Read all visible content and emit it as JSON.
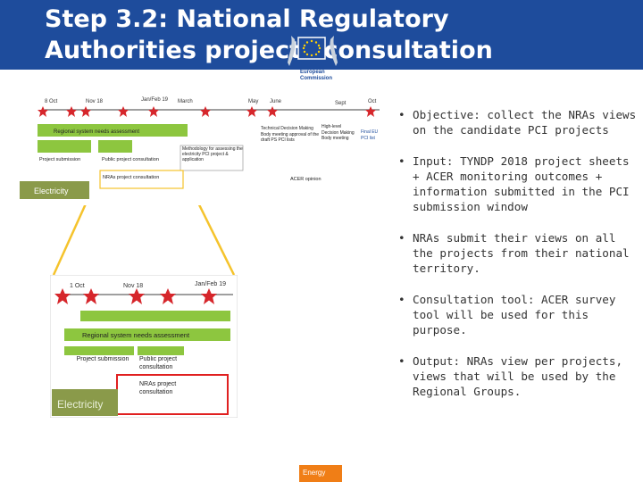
{
  "slide": {
    "title_line1": "Step 3.2: National Regulatory",
    "title_line2": "Authorities projects consultation",
    "logo_text_line1": "European",
    "logo_text_line2": "Commission",
    "footer_tag": "Energy"
  },
  "timeline": {
    "milestones": [
      "8 Oct",
      "Nov 18",
      "Jan/Feb 19",
      "March",
      "May",
      "June",
      "Sept",
      "Oct"
    ],
    "process_bar": "Regional system needs assessment",
    "project_submission": "Project submission",
    "public_consultation": "Public project consultation",
    "nras_consultation": "NRAs project consultation",
    "methodology": "Methodology for assessing the electricity PCI project & application",
    "technical_decision": "Technical Decision Making Body meeting approval of the draft PS PCI lists",
    "high_level_decision": "High-level Decision Making Body meeting",
    "final_list": "Final EU PCI list",
    "acer_opinion": "ACER opinion",
    "electricity_label": "Electricity"
  },
  "zoom": {
    "milestones": [
      "1 Oct",
      "Nov 18",
      "Jan/Feb 19"
    ],
    "process_bar": "Regional system needs assessment",
    "project_submission": "Project submission",
    "public_consultation": "Public project consultation",
    "nras_consultation": "NRAs project consultation",
    "electricity_label": "Electricity"
  },
  "bullets": [
    "Objective: collect the NRAs views on the candidate PCI projects",
    "Input: TYNDP 2018 project sheets + ACER monitoring outcomes + information submitted in the PCI submission window",
    "NRAs submit their views on all the projects from their national territory.",
    "Consultation tool: ACER survey tool will be used for this purpose.",
    "Output: NRAs view per projects, views that will be used by the Regional Groups."
  ],
  "colors": {
    "header_blue": "#1e4c9c",
    "timeline_green": "#8dc63f",
    "star_red": "#d6262b",
    "highlight_red": "#e02020",
    "connector_yellow": "#f5c32c",
    "electricity_green": "#8a9a4a",
    "footer_orange": "#f07e16"
  }
}
